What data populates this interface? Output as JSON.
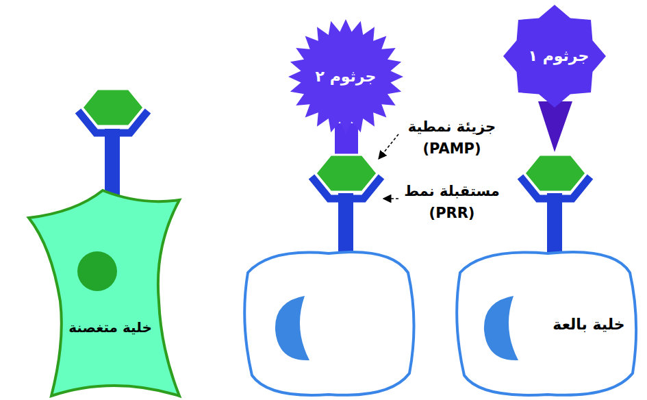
{
  "diagram": {
    "nodes": [
      {
        "text": [
          "جرثوم ١"
        ]
      },
      {
        "text": [
          "جرثوم ٢"
        ]
      },
      {
        "text": [
          "خلية بالعة"
        ]
      },
      {
        "text": [
          "خلية متغصنة"
        ]
      }
    ],
    "labels": [
      "جزيئة نمطية (PAMP)",
      "مستقبلة نمط (PRR)"
    ]
  }
}
